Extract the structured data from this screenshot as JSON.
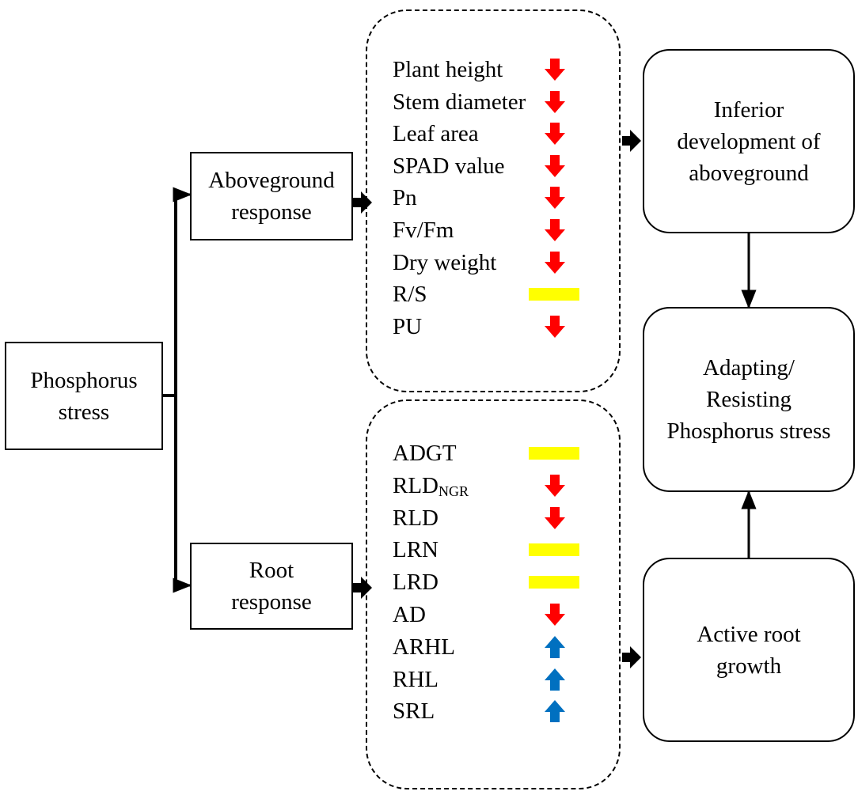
{
  "nodes": {
    "phosphorus_stress": "Phosphorus stress",
    "aboveground_response": "Aboveground response",
    "root_response": "Root response",
    "inferior_development": "Inferior development of aboveground",
    "adapting_resisting": "Adapting/ Resisting Phosphorus stress",
    "active_root_growth": "Active root growth"
  },
  "aboveground_traits": [
    {
      "label": "Plant height",
      "trend": "down"
    },
    {
      "label": "Stem diameter",
      "trend": "down"
    },
    {
      "label": "Leaf area",
      "trend": "down"
    },
    {
      "label": "SPAD value",
      "trend": "down"
    },
    {
      "label": "Pn",
      "trend": "down"
    },
    {
      "label": "Fv/Fm",
      "trend": "down"
    },
    {
      "label": "Dry weight",
      "trend": "down"
    },
    {
      "label": "R/S",
      "trend": "unchanged"
    },
    {
      "label": "PU",
      "trend": "down"
    }
  ],
  "root_traits": [
    {
      "label": "ADGT",
      "trend": "unchanged"
    },
    {
      "label": "RLD",
      "sub": "NGR",
      "trend": "down"
    },
    {
      "label": "RLD",
      "trend": "down"
    },
    {
      "label": "LRN",
      "trend": "unchanged"
    },
    {
      "label": "LRD",
      "trend": "unchanged"
    },
    {
      "label": "AD",
      "trend": "down"
    },
    {
      "label": "ARHL",
      "trend": "up"
    },
    {
      "label": "RHL",
      "trend": "up"
    },
    {
      "label": "SRL",
      "trend": "up"
    }
  ],
  "colors": {
    "down": "#ff0000",
    "up": "#0070c0",
    "unchanged": "#ffff00"
  }
}
